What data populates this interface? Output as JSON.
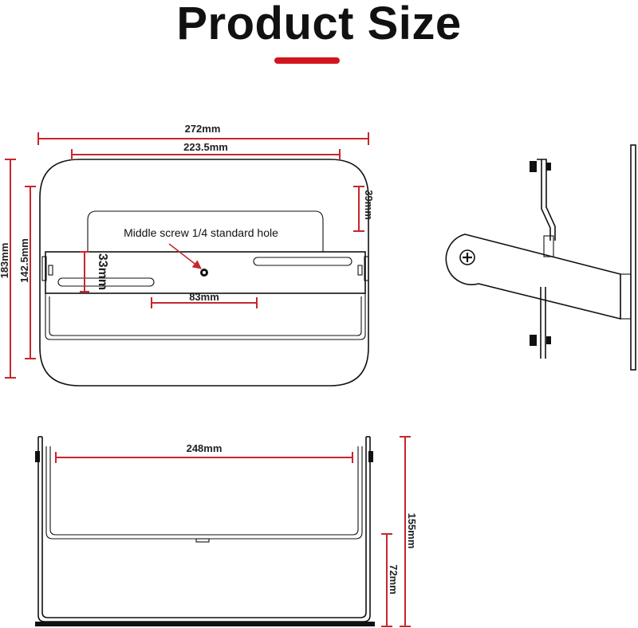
{
  "title": "Product Size",
  "colors": {
    "accent": "#d2151c",
    "dimension_line": "#c8262d",
    "outline": "#111111"
  },
  "annotation": {
    "label": "Middle screw 1/4 standard hole"
  },
  "dimensions": {
    "overall_width": "272mm",
    "inner_width": "223.5mm",
    "overall_height": "183mm",
    "inner_height": "142.5mm",
    "top_offset": "39mm",
    "slot_height": "33mm",
    "slot_spacing": "83mm",
    "bottom_width": "248mm",
    "side_height": "155mm",
    "lower_height": "72mm"
  },
  "icons": {
    "screw": "screw-icon",
    "bolt": "bolt-icon",
    "pointer": "arrow-icon"
  }
}
